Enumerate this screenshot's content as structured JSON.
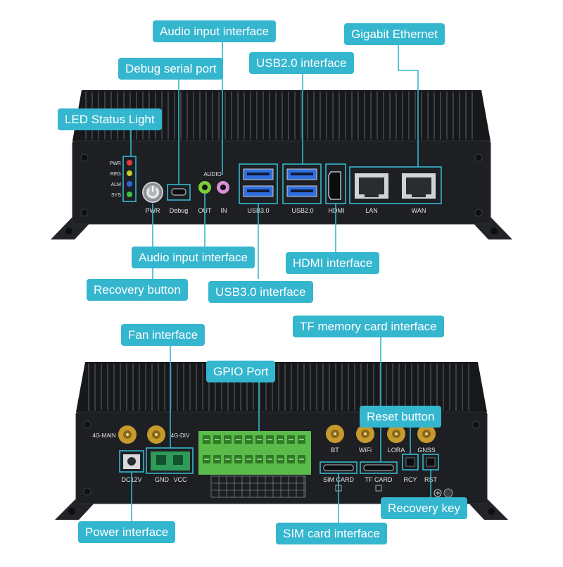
{
  "callouts": {
    "audio_input_top": "Audio input interface",
    "gigabit_ethernet": "Gigabit Ethernet",
    "debug_serial_port": "Debug serial port",
    "usb2_interface": "USB2.0 interface",
    "led_status_light": "LED Status Light",
    "audio_input_bottom": "Audio input interface",
    "hdmi_interface": "HDMI interface",
    "recovery_button": "Recovery button",
    "usb3_interface": "USB3.0 interface",
    "fan_interface": "Fan interface",
    "tf_memory_card_interface": "TF memory card interface",
    "gpio_port": "GPIO  Port",
    "reset_button": "Reset button",
    "recovery_key": "Recovery key",
    "power_interface": "Power interface",
    "sim_card_interface": "SIM card interface"
  },
  "front_panel": {
    "leds": [
      "PWR",
      "REG",
      "ALM",
      "SYS"
    ],
    "led_colors": [
      "#e23b3b",
      "#c9c92a",
      "#2b63d9",
      "#3cc24a"
    ],
    "audio_title": "AUDIO",
    "pwr": "PWR",
    "debug": "Debug",
    "out": "OUT",
    "in": "IN",
    "usb3": "USB3.0",
    "usb2": "USB2.0",
    "hdmi": "HDMI",
    "lan": "LAN",
    "wan": "WAN"
  },
  "rear_panel": {
    "ant_4g_main": "4G-MAIN",
    "ant_4g_div": "4G-DIV",
    "dc12v": "DC12V",
    "gnd": "GND",
    "vcc": "VCC",
    "bt": "BT",
    "wifi": "WiFi",
    "lora": "LORA",
    "gnss": "GNSS",
    "sim_card": "SIM CARD",
    "tf_card": "TF CARD",
    "rcy": "RCY",
    "rst": "RST"
  },
  "colors": {
    "accent": "#35b6cf",
    "chassis": "#1b1d20",
    "gpio_green": "#5bbb4a",
    "usb3_blue": "#2f6fe0"
  }
}
